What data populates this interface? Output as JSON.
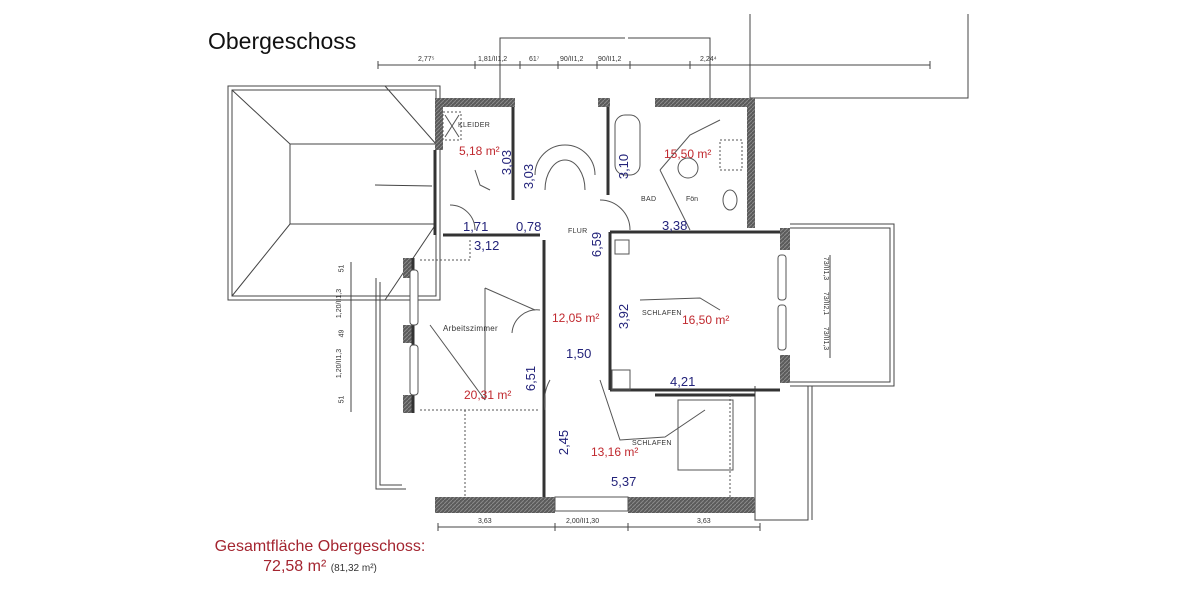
{
  "title": "Obergeschoss",
  "top_dimensions": [
    "2,77⁵",
    "1,81/II1,2",
    "61⁷",
    "90/II1,2",
    "90/II1,2",
    "2,24⁴"
  ],
  "bottom_dimensions": [
    "3,63",
    "2,00/II1,30",
    "3,63"
  ],
  "left_dimensions": [
    "51",
    "1,20/II1,3",
    "49",
    "1,20/II1,3",
    "51"
  ],
  "right_dimensions": [
    "73/II1,3",
    "73/II2,1",
    "73/II1,3"
  ],
  "rooms": {
    "kleider": {
      "label": "KLEIDER",
      "area": "5,18 m²"
    },
    "bad": {
      "label": "BAD",
      "area": "15,50 m²",
      "extra": "Fön"
    },
    "flur": {
      "label": "FLUR",
      "area": "12,05 m²"
    },
    "schlafen1": {
      "label": "SCHLAFEN",
      "area": "16,50 m²"
    },
    "arbeitszimmer": {
      "label": "Arbeitszimmer",
      "area": "20,31 m²"
    },
    "schlafen2": {
      "label": "SCHLAFEN",
      "area": "13,16 m²"
    }
  },
  "measurements": {
    "m303a": "3,03",
    "m303b": "3,03",
    "m310": "3,10",
    "m171": "1,71",
    "m078": "0,78",
    "m338": "3,38",
    "m312": "3,12",
    "m659": "6,59",
    "m392": "3,92",
    "m150": "1,50",
    "m651": "6,51",
    "m421": "4,21",
    "m245": "2,45",
    "m537": "5,37"
  },
  "total": {
    "label": "Gesamtfläche Obergeschoss:",
    "value": "72,58 m²",
    "secondary": "(81,32 m²)"
  },
  "colors": {
    "area_text": "#c0282e",
    "dimension_text": "#23237a",
    "wall": "#4a4a4a"
  }
}
